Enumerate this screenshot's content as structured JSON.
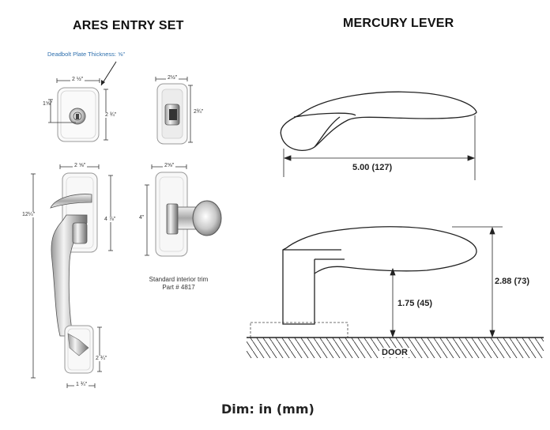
{
  "left": {
    "title": "ARES ENTRY SET",
    "deadbolt_note": "Deadbolt Plate Thickness: ⅝\"",
    "deadbolt_front_width": "2 ½\"",
    "deadbolt_front_height": "2 ¾\"",
    "deadbolt_backset": "1⅝\"",
    "deadbolt_side_width": "2½\"",
    "deadbolt_side_height": "2¾\"",
    "handle_overall_height": "12¼\"",
    "handle_top_width": "2 ⅝\"",
    "handle_top_height": "4 ⅞\"",
    "handle_bottom_height": "2 ¾\"",
    "handle_bottom_width": "1 ¾\"",
    "interior_width": "2⅝\"",
    "interior_height": "4\"",
    "interior_caption_line1": "Standard interior trim",
    "interior_caption_line2": "Part # 4817"
  },
  "right": {
    "title": "MERCURY LEVER",
    "length_label": "5.00 (127)",
    "height_low_label": "1.75 (45)",
    "height_high_label": "2.88 (73)",
    "door_label": "DOOR"
  },
  "footer": {
    "units": "Dim: in (mm)"
  },
  "colors": {
    "title": "#111111",
    "note_blue": "#2e6fad",
    "line": "#222222"
  }
}
